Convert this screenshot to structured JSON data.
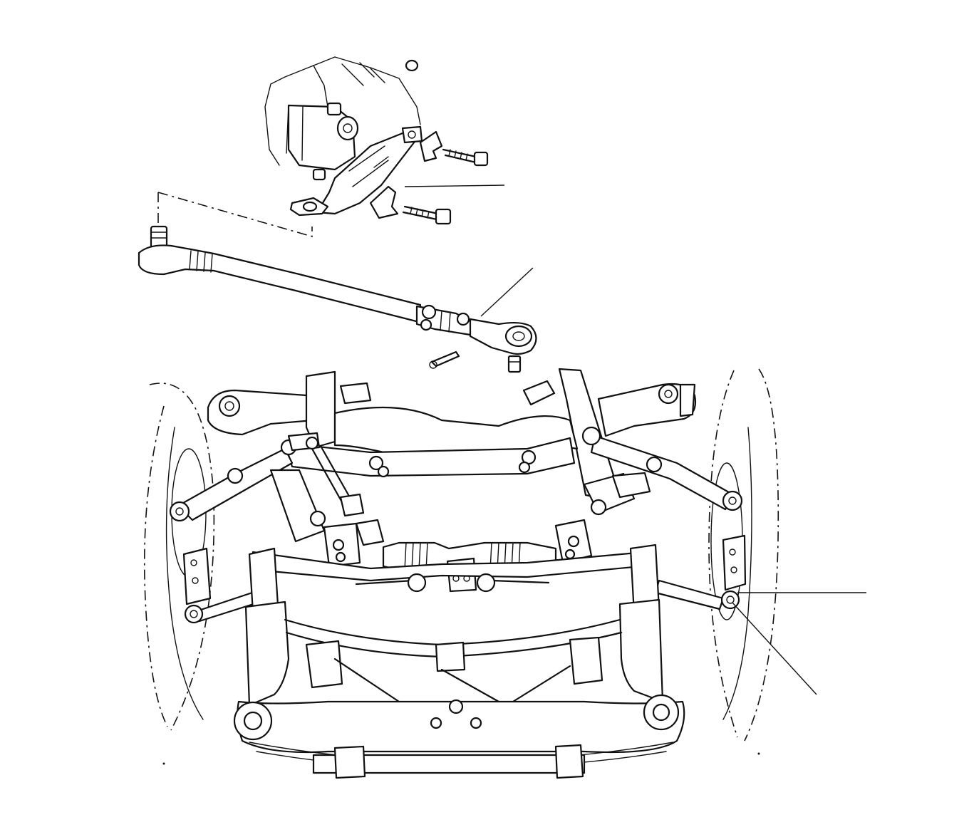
{
  "diagram": {
    "parts": [
      {
        "id": "steering-column-bracket"
      },
      {
        "id": "tie-rod-assembly"
      },
      {
        "id": "front-subframe"
      },
      {
        "id": "steering-rack"
      },
      {
        "id": "left-wheel"
      },
      {
        "id": "right-wheel"
      },
      {
        "id": "control-arm-joint"
      }
    ],
    "callouts": [
      {
        "target": "steering-column-bracket"
      },
      {
        "target": "tie-rod-assembly"
      },
      {
        "target": "control-arm-joint"
      },
      {
        "target": "control-arm-joint"
      }
    ],
    "ink_color": "#111111",
    "background_color": "#ffffff"
  }
}
